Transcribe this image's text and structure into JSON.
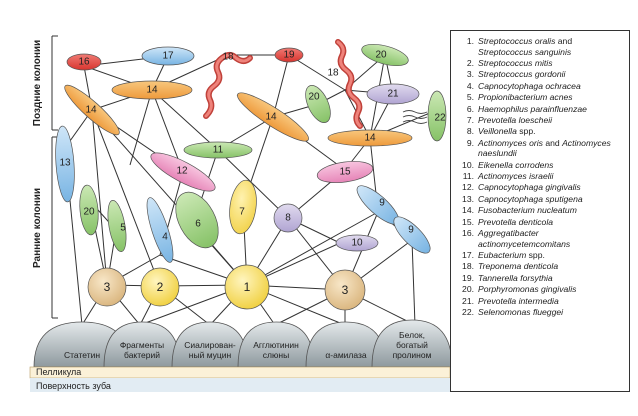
{
  "side_labels": {
    "late": "Поздние колонии",
    "early": "Ранние колонии"
  },
  "surface": {
    "pellicle": "Пелликула",
    "tooth": "Поверхность зуба"
  },
  "receptors": [
    {
      "id": "statherin",
      "lines": [
        "Статетин"
      ]
    },
    {
      "id": "bacterial-fragments",
      "lines": [
        "Фрагменты",
        "бактерий"
      ]
    },
    {
      "id": "sialylated-mucin",
      "lines": [
        "Сиалирован-",
        "ный муцин"
      ]
    },
    {
      "id": "salivary-agglutinin",
      "lines": [
        "Агглютинин",
        "слюны"
      ]
    },
    {
      "id": "alpha-amylase",
      "lines": [
        "α-амилаза"
      ]
    },
    {
      "id": "proline-rich-protein",
      "lines": [
        "Белок,",
        "богатый",
        "пролином"
      ]
    }
  ],
  "nodes": {
    "n1": "1",
    "n2": "2",
    "n3a": "3",
    "n3b": "3",
    "n4": "4",
    "n5": "5",
    "n6": "6",
    "n7": "7",
    "n8": "8",
    "n9a": "9",
    "n9b": "9",
    "n10": "10",
    "n11": "11",
    "n12": "12",
    "n13": "13",
    "n14a": "14",
    "n14b": "14",
    "n14c": "14",
    "n14d": "14",
    "n15": "15",
    "n16": "16",
    "n17": "17",
    "n18a": "18",
    "n18b": "18",
    "n19": "19",
    "n20a": "20",
    "n20b": "20",
    "n20c": "20",
    "n21": "21",
    "n22": "22"
  },
  "colors": {
    "orange": "#f2a54a",
    "blue": "#8ec3ea",
    "green": "#9bcf7d",
    "yellow": "#f3dc5c",
    "pink": "#ee9ac6",
    "purple": "#c3b8dc",
    "red": "#e0453f",
    "tan": "#e6c89a",
    "grey": "#a9b3b8"
  },
  "legend": [
    {
      "num": "1.",
      "name": "Streptococcus oralis",
      "extra": " and ",
      "name2": "Streptococcus sanguinis"
    },
    {
      "num": "2.",
      "name": "Streptococcus mitis"
    },
    {
      "num": "3.",
      "name": "Streptococcus gordonii"
    },
    {
      "num": "4.",
      "name": "Capnocytophaga ochracea"
    },
    {
      "num": "5.",
      "name": "Propionibacterium acnes"
    },
    {
      "num": "6.",
      "name": "Haemophilus parainfluenzae"
    },
    {
      "num": "7.",
      "name": "Prevotella loescheii"
    },
    {
      "num": "8.",
      "name": "Veillonella",
      "extra": " spp."
    },
    {
      "num": "9.",
      "name": "Actinomyces oris",
      "extra": " and ",
      "name2": "Actinomyces naeslundii"
    },
    {
      "num": "10.",
      "name": "Eikenella corrodens"
    },
    {
      "num": "11.",
      "name": "Actinomyces israelii"
    },
    {
      "num": "12.",
      "name": "Capnocytophaga gingivalis"
    },
    {
      "num": "13.",
      "name": "Capnocytophaga sputigena"
    },
    {
      "num": "14.",
      "name": "Fusobacterium nucleatum"
    },
    {
      "num": "15.",
      "name": "Prevotella denticola"
    },
    {
      "num": "16.",
      "name": "Aggregatibacter actinomycetemcomitans"
    },
    {
      "num": "17.",
      "name": "Eubacterium",
      "extra": " spp."
    },
    {
      "num": "18.",
      "name": "Treponema denticola"
    },
    {
      "num": "19.",
      "name": "Tannerella forsythia"
    },
    {
      "num": "20.",
      "name": "Porphyromonas gingivalis"
    },
    {
      "num": "21.",
      "name": "Prevotella intermedia"
    },
    {
      "num": "22.",
      "name": "Selenomonas flueggei"
    }
  ]
}
